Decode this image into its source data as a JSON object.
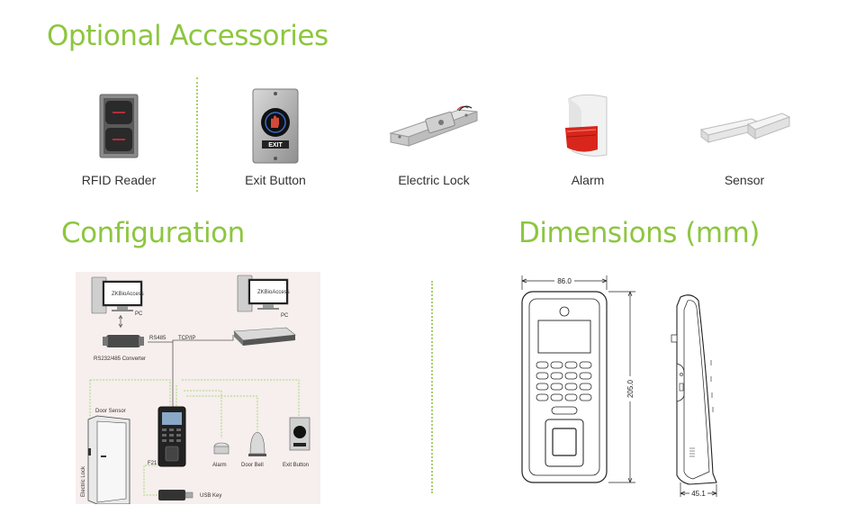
{
  "sections": {
    "accessories_title": "Optional Accessories",
    "configuration_title": "Configuration",
    "dimensions_title": "Dimensions (mm)"
  },
  "accessories": [
    {
      "label": "RFID Reader",
      "icon": "rfid-reader-icon"
    },
    {
      "label": "Exit Button",
      "icon": "exit-button-icon"
    },
    {
      "label": "Electric Lock",
      "icon": "electric-lock-icon"
    },
    {
      "label": "Alarm",
      "icon": "alarm-icon"
    },
    {
      "label": "Sensor",
      "icon": "sensor-icon"
    }
  ],
  "exit_button_text": "EXIT",
  "configuration": {
    "pc_left_screen": "ZKBioAccess",
    "pc_left_label": "PC",
    "pc_right_screen": "ZKBioAccess",
    "pc_right_label": "PC",
    "converter_label": "RS232/485 Converter",
    "rs485_label": "RS485",
    "tcpip_label": "TCP/IP",
    "door_sensor_label": "Door Sensor",
    "electric_lock_label": "Electric Lock",
    "device_label": "F21",
    "alarm_label": "Alarm",
    "door_bell_label": "Door Bell",
    "exit_button_label": "Exit Button",
    "usb_key_label": "USB Key"
  },
  "dimensions": {
    "width": "86.0",
    "height": "205.0",
    "depth": "45.1"
  },
  "colors": {
    "accent_green": "#8dc63f",
    "dotted_divider": "#a7cf68",
    "diagram_bg": "#f6efed",
    "diagram_wire": "#a8d480"
  }
}
